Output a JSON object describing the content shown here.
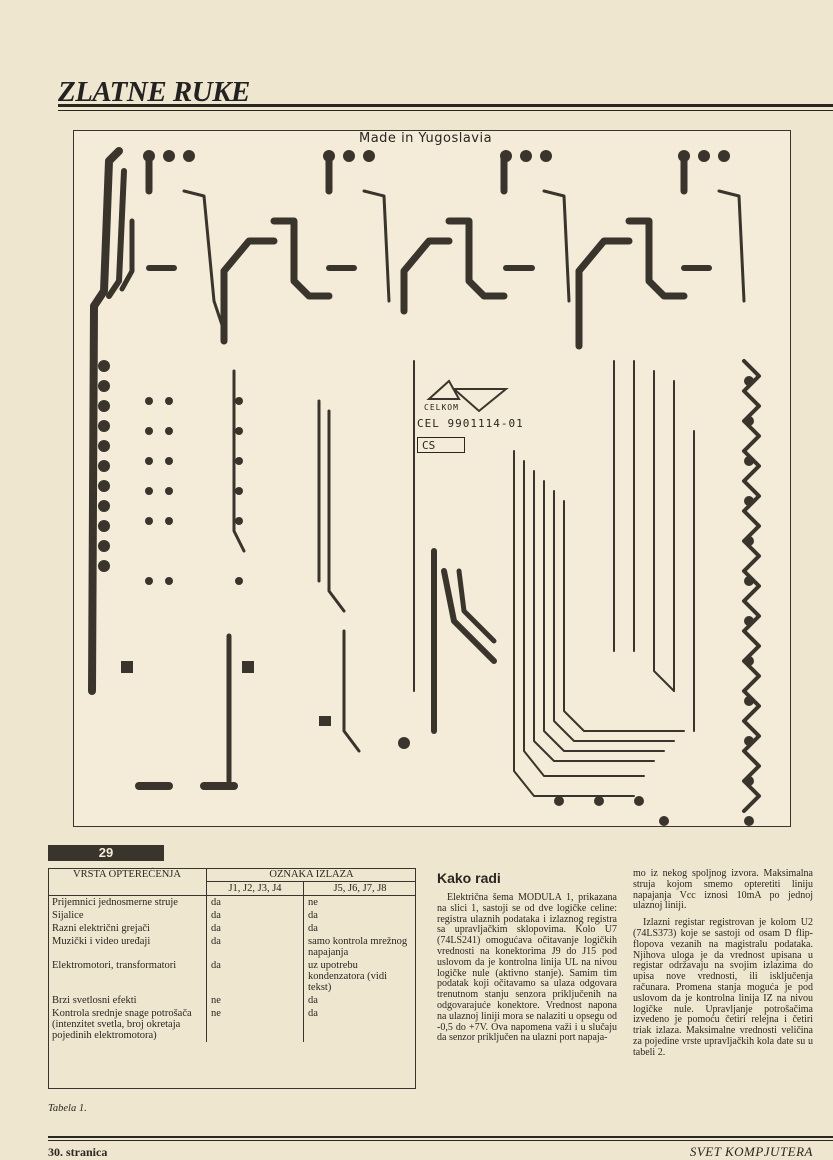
{
  "header": {
    "title": "ZLATNE RUKE"
  },
  "pcb": {
    "made_in": "Made in Yugoslavia",
    "logo_text": "CELKOM",
    "board_id": "CEL 9901114-01",
    "cs_label": "CS"
  },
  "figure_badge": "29",
  "table": {
    "col1_header": "VRSTA OPTEREĆENJA",
    "group_header": "OZNAKA IZLAZA",
    "sub_headers": [
      "J1, J2, J3, J4",
      "J5, J6, J7, J8"
    ],
    "rows": [
      {
        "type": "Prijemnici jednosmerne struje",
        "j1_4": "da",
        "j5_8": "ne"
      },
      {
        "type": "Sijalice",
        "j1_4": "da",
        "j5_8": "da"
      },
      {
        "type": "Razni električni grejači",
        "j1_4": "da",
        "j5_8": "da"
      },
      {
        "type": "Muzički i video uređaji",
        "j1_4": "da",
        "j5_8": "samo kontrola mrežnog napajanja"
      },
      {
        "type": "Elektromotori, transformatori",
        "j1_4": "da",
        "j5_8": "uz upotrebu kondenzatora (vidi tekst)"
      },
      {
        "type": "Brzi svetlosni efekti",
        "j1_4": "ne",
        "j5_8": "da"
      },
      {
        "type": "Kontrola srednje snage potrošača (intenzitet svetla, broj okretaja pojedinih elektromotora)",
        "j1_4": "ne",
        "j5_8": "da"
      }
    ],
    "caption": "Tabela 1."
  },
  "article": {
    "heading": "Kako radi",
    "p1": "Električna šema MODULA 1, prikazana na slici 1, sastoji se od dve logičke celine: registra ulaznih podataka i izlaznog registra sa upravljačkim sklopovima. Kolo U7 (74LS241) omogućava očitavanje logičkih vrednosti na konektorima J9 do J15 pod uslovom da je kontrolna linija UL na nivou logičke nule (aktivno stanje). Samim tim podatak koji očitavamo sa ulaza odgovara trenutnom stanju senzora priključenih na odgovarajuće konektore. Vrednost napona na ulaznoj liniji mora se nalaziti u opsegu od -0,5 do +7V. Ova napomena važi i u slučaju da senzor priključen na ulazni port napaja-",
    "p2": "mo iz nekog spoljnog izvora. Maksimalna struja kojom smemo opteretiti liniju napajanja Vcc iznosi 10mA po jednoj ulaznoj liniji.",
    "p3": "Izlazni registar registrovan je kolom U2 (74LS373) koje se sastoji od osam D flip-flopova vezanih na magistralu podataka. Njihova uloga je da vrednost upisana u registar održavaju na svojim izlazima do upisa nove vrednosti, ili isključenja računara. Promena stanja moguća je pod uslovom da je kontrolna linija IZ na nivou logičke nule. Upravljanje potrošačima izvedeno je pomoću četiri relejna i četiri triak izlaza. Maksimalne vrednosti veličina za pojedine vrste upravljačkih kola date su u tabeli 2."
  },
  "footer": {
    "page": "30. stranica",
    "magazine": "SVET KOMPJUTERA"
  },
  "colors": {
    "paper": "#efe6cf",
    "ink": "#2a2620"
  }
}
